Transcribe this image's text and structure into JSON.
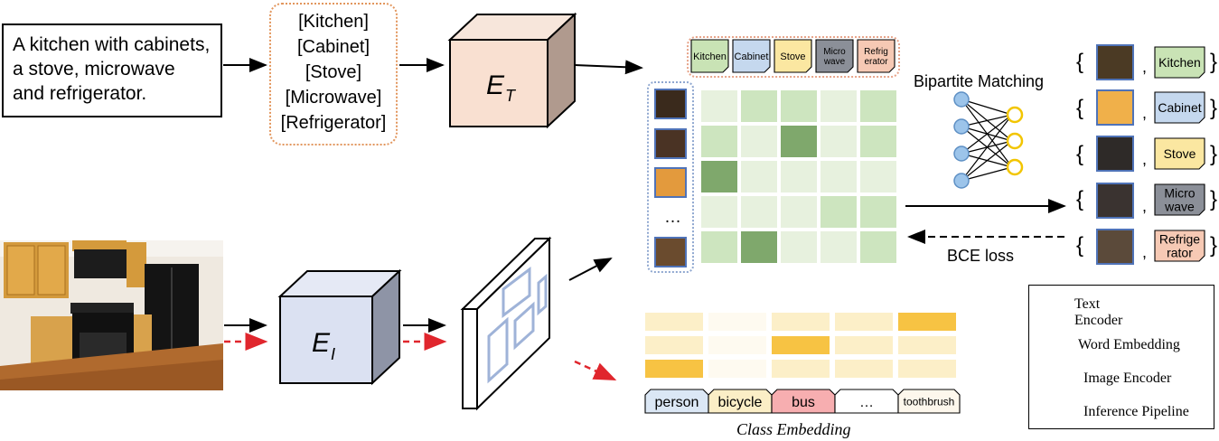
{
  "caption": {
    "lines": [
      "A kitchen with cabinets,",
      "a stove, microwave",
      "and refrigerator."
    ]
  },
  "object_list": [
    "[Kitchen]",
    "[Cabinet]",
    "[Stove]",
    "[Microwave]",
    "[Refrigerator]"
  ],
  "encoders": {
    "text": {
      "symbol": "E",
      "subscript": "T"
    },
    "image": {
      "symbol": "E",
      "subscript": "I"
    }
  },
  "top_tags": [
    {
      "lines": [
        "Kitchen"
      ],
      "color": "#c9e3b5"
    },
    {
      "lines": [
        "Cabinet"
      ],
      "color": "#c5d8ee"
    },
    {
      "lines": [
        "Stove"
      ],
      "color": "#fbe7a1"
    },
    {
      "lines": [
        "Micro",
        "wave"
      ],
      "color": "#8b8f98"
    },
    {
      "lines": [
        "Refrig",
        "erator"
      ],
      "color": "#f6c9b4"
    }
  ],
  "matrix": {
    "ellipsis": "…",
    "levels": [
      [
        1,
        2,
        2,
        1,
        2
      ],
      [
        2,
        1,
        4,
        1,
        2
      ],
      [
        4,
        1,
        1,
        1,
        1
      ],
      [
        1,
        1,
        1,
        2,
        2
      ],
      [
        2,
        4,
        1,
        1,
        2
      ]
    ],
    "palette": [
      "#ffffff",
      "#e7f1de",
      "#cde5bf",
      "#bedcae",
      "#7fa86c"
    ]
  },
  "labels": {
    "bipartite": "Bipartite Matching",
    "bce": "BCE loss",
    "class_embedding": "Class Embedding"
  },
  "results": [
    {
      "lines": [
        "Kitchen"
      ],
      "color": "#c9e3b5"
    },
    {
      "lines": [
        "Cabinet"
      ],
      "color": "#c5d8ee"
    },
    {
      "lines": [
        "Stove"
      ],
      "color": "#fbe7a1"
    },
    {
      "lines": [
        "Micro",
        "wave"
      ],
      "color": "#8b8f98"
    },
    {
      "lines": [
        "Refrige",
        "rator"
      ],
      "color": "#f6c9b4"
    }
  ],
  "result_punct": {
    "open": "{",
    "comma": ",",
    "close": "}"
  },
  "class_heatmap": {
    "levels": [
      [
        1,
        0,
        1,
        1,
        3
      ],
      [
        1,
        0,
        3,
        1,
        1
      ],
      [
        3,
        0,
        1,
        1,
        1
      ]
    ],
    "palette": [
      "#fefaf0",
      "#fcefc8",
      "#fbe6b0",
      "#f7c343"
    ]
  },
  "classes": [
    {
      "name": "person",
      "color": "#dbe7f5"
    },
    {
      "name": "bicycle",
      "color": "#fbeec6"
    },
    {
      "name": "bus",
      "color": "#f7aeb0"
    },
    {
      "name": "…",
      "color": "#ffffff"
    },
    {
      "name": "toothbrush",
      "color": "#fdf7ec"
    }
  ],
  "legend": {
    "text_encoder_lines": [
      "Text",
      "Encoder"
    ],
    "word_embedding": "Word Embedding",
    "image_encoder": "Image Encoder",
    "inference": "Inference Pipeline"
  },
  "colors": {
    "text_encoder": "#f9e0d1",
    "image_encoder": "#dbe1f2",
    "inference_arrow": "#e0262d"
  }
}
